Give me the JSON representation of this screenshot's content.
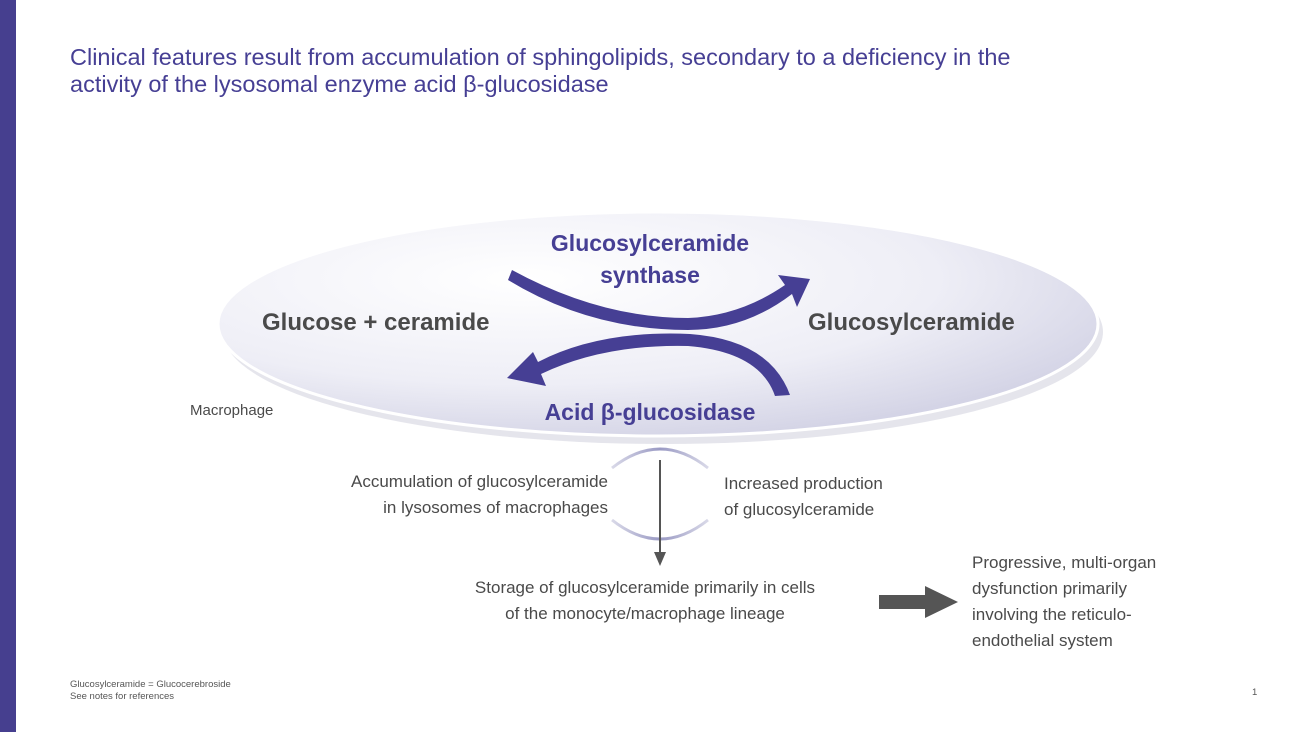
{
  "colors": {
    "accent": "#463f94",
    "text": "#4a4a4a",
    "arrow": "#555555"
  },
  "title": {
    "line1": "Clinical features result from accumulation of sphingolipids, secondary to a deficiency in the",
    "line2": "activity of the lysosomal enzyme acid β-glucosidase"
  },
  "diagram": {
    "enzyme_top": {
      "line1": "Glucosylceramide",
      "line2": "synthase"
    },
    "substrate_left": "Glucose + ceramide",
    "product_right": "Glucosylceramide",
    "enzyme_bottom": "Acid β-glucosidase",
    "cell_label": "Macrophage",
    "accumulation": {
      "line1": "Accumulation  of glucosylceramide",
      "line2": "in lysosomes of macrophages"
    },
    "increased": {
      "line1": "Increased production",
      "line2": "of glucosylceramide"
    },
    "storage": {
      "line1": "Storage of glucosylceramide  primarily in cells",
      "line2": "of the monocyte/macrophage  lineage"
    },
    "outcome": {
      "line1": "Progressive, multi-organ",
      "line2": "dysfunction primarily",
      "line3": "involving the reticulo-",
      "line4": "endothelial system"
    }
  },
  "footer": {
    "note1": "Glucosylceramide = Glucocerebroside",
    "note2": "See notes for references",
    "page_number": "1"
  }
}
